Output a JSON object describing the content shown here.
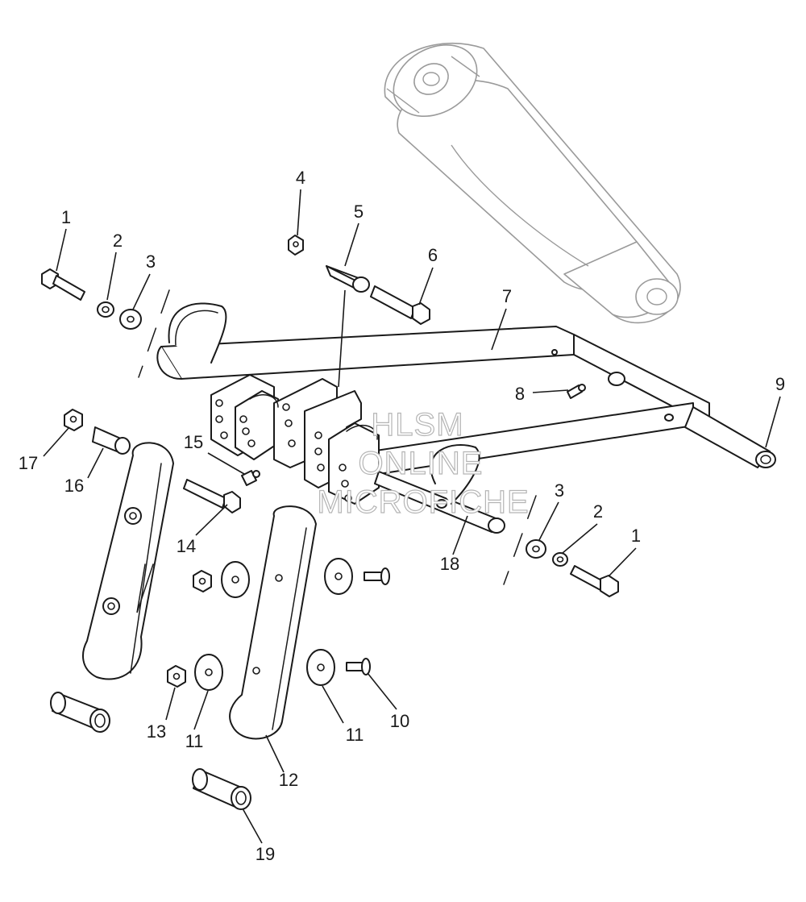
{
  "watermark": {
    "lines": [
      "HLSM",
      "ONLINE",
      "MICROFICHE"
    ]
  },
  "callouts": [
    {
      "id": "c1a",
      "label": "1"
    },
    {
      "id": "c2a",
      "label": "2"
    },
    {
      "id": "c3a",
      "label": "3"
    },
    {
      "id": "c4",
      "label": "4"
    },
    {
      "id": "c5",
      "label": "5"
    },
    {
      "id": "c6",
      "label": "6"
    },
    {
      "id": "c7",
      "label": "7"
    },
    {
      "id": "c8",
      "label": "8"
    },
    {
      "id": "c9",
      "label": "9"
    },
    {
      "id": "c3b",
      "label": "3"
    },
    {
      "id": "c2b",
      "label": "2"
    },
    {
      "id": "c1b",
      "label": "1"
    },
    {
      "id": "c10",
      "label": "10"
    },
    {
      "id": "c11a",
      "label": "11"
    },
    {
      "id": "c11b",
      "label": "11"
    },
    {
      "id": "c12",
      "label": "12"
    },
    {
      "id": "c13",
      "label": "13"
    },
    {
      "id": "c14",
      "label": "14"
    },
    {
      "id": "c15",
      "label": "15"
    },
    {
      "id": "c16",
      "label": "16"
    },
    {
      "id": "c17",
      "label": "17"
    },
    {
      "id": "c18",
      "label": "18"
    },
    {
      "id": "c19",
      "label": "19"
    }
  ]
}
